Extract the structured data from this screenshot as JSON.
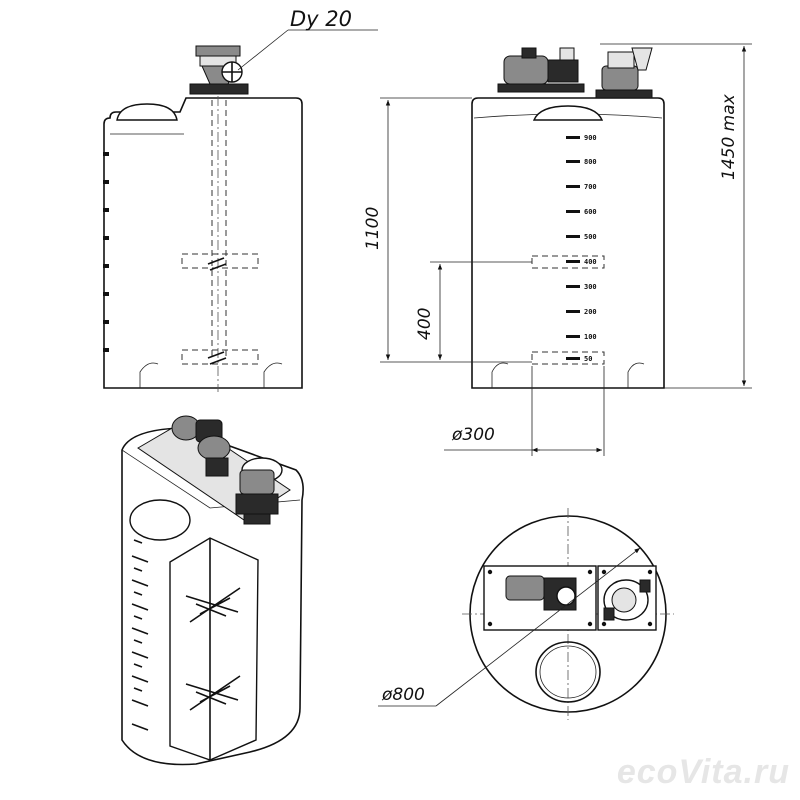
{
  "dimensions": {
    "nozzle": "Dy 20",
    "height_body": "1100",
    "height_mixer": "400",
    "height_total": "1450 max",
    "diameter_mixer": "ø300",
    "diameter_tank": "ø800"
  },
  "scale_marks": [
    "900",
    "800",
    "700",
    "600",
    "500",
    "400",
    "300",
    "200",
    "100",
    "50"
  ],
  "watermark": "ecoVita.ru",
  "colors": {
    "line": "#111111",
    "background": "#ffffff",
    "watermark": "#e6e6e6"
  }
}
